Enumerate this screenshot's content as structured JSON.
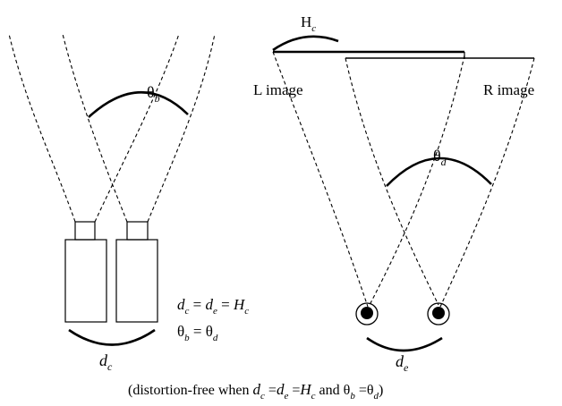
{
  "labels": {
    "theta_b_sym": "θ",
    "theta_b_sub": "b",
    "hc_sym": "H",
    "hc_sub": "c",
    "l_image": "L image",
    "r_image": "R image",
    "theta_d_sym": "θ",
    "theta_d_sub": "d",
    "dc_sym": "d",
    "dc_sub": "c",
    "de_sym": "d",
    "de_sub": "e"
  },
  "equations": {
    "line1": {
      "d": "d",
      "c": "c",
      "eq1": " = ",
      "d2": "d",
      "e": "e",
      "eq2": " = ",
      "H": "H",
      "c2": "c"
    },
    "line2": {
      "t1": "θ",
      "b": "b",
      "eq": " = ",
      "t2": "θ",
      "d": "d"
    }
  },
  "caption": {
    "prefix": "(distortion-free when ",
    "d1": "d",
    "c1": "c",
    "eq1": " =",
    "d2": "d",
    "e": "e",
    "eq2": " =",
    "H": "H",
    "c2": "c",
    "and": " and ",
    "t1": "θ",
    "b": "b",
    "eq3": " =",
    "t2": "θ",
    "d": "d",
    "suffix": ")"
  }
}
